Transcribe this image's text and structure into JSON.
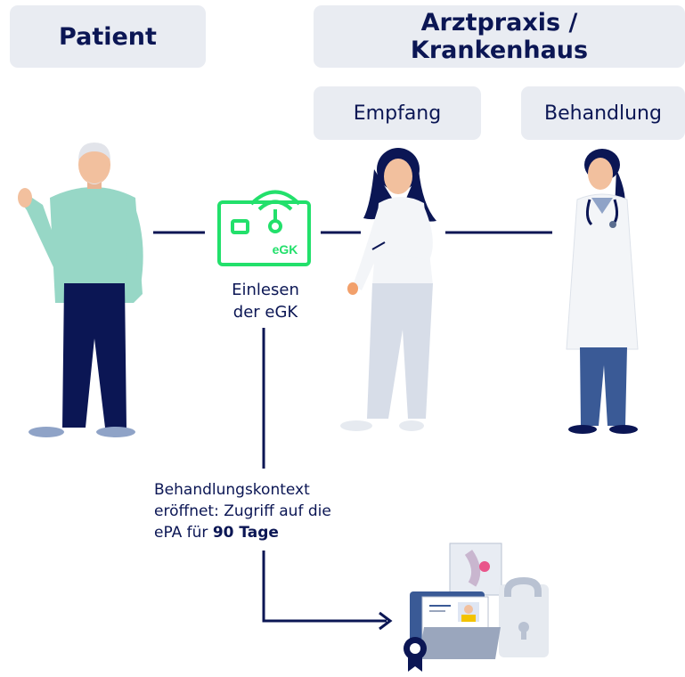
{
  "header": {
    "patient": "Patient",
    "practice_line1": "Arztpraxis /",
    "practice_line2": "Krankenhaus"
  },
  "subheaders": {
    "reception": "Empfang",
    "treatment": "Behandlung"
  },
  "card": {
    "chip_label": "eGK",
    "caption_line1": "Einlesen",
    "caption_line2": "der eGK"
  },
  "context": {
    "line1": "Behandlungskontext",
    "line2": "eröffnet: Zugriff auf die",
    "line3_prefix": "ePA für",
    "line3_bold": "90 Tage"
  },
  "colors": {
    "navy": "#0b1654",
    "green": "#22e06b",
    "box_bg": "#e9ecf2",
    "sweater": "#97d7c6",
    "coat": "#f3f5f8"
  }
}
